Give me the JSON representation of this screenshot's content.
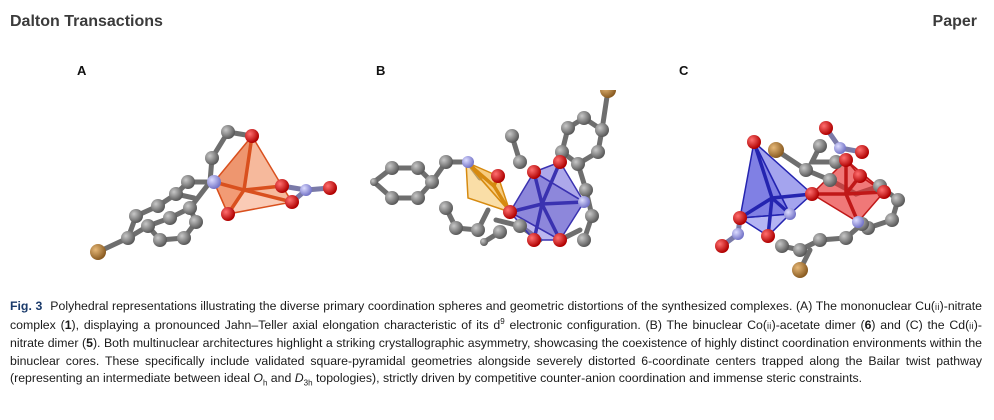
{
  "header": {
    "journal": "Dalton Transactions",
    "section": "Paper"
  },
  "panels": [
    {
      "letter": "A"
    },
    {
      "letter": "B"
    },
    {
      "letter": "C"
    }
  ],
  "colors": {
    "carbon": "#808080",
    "oxygen": "#dd1010",
    "nitrogen": "#9b9be6",
    "bromine": "#b8863b",
    "cu_polyhedron": "#e8733f",
    "co_polyhedron_orange": "#f3b13a",
    "co_polyhedron_blue": "#5046c8",
    "cd_polyhedron_blue": "#3c3cd6",
    "cd_polyhedron_red": "#e83030"
  },
  "caption": {
    "label": "Fig. 3",
    "t1": "Polyhedral representations illustrating the diverse primary coordination spheres and geometric distortions of the synthesized complexes. (A) The mononuclear Cu(",
    "cu_ox": "ii",
    "t2": ")-nitrate complex (",
    "cmpd1": "1",
    "t3": "), displaying a pronounced Jahn–Teller axial elongation characteristic of its d",
    "d_sup": "9",
    "t4": " electronic configuration. (B) The binuclear Co(",
    "co_ox": "ii",
    "t5": ")-acetate dimer (",
    "cmpd6": "6",
    "t6": ") and (C) the Cd(",
    "cd_ox": "ii",
    "t7": ")-nitrate dimer (",
    "cmpd5": "5",
    "t8": "). Both multinuclear architectures highlight a striking crystallographic asymmetry, showcasing the coexistence of highly distinct coordination environments within the binuclear cores. These specifically include validated square-pyramidal geometries alongside severely distorted 6-coordinate centers trapped along the Bailar twist pathway (representing an intermediate between ideal ",
    "oh_main": "O",
    "oh_sub": "h",
    "t9": " and ",
    "d3h_main": "D",
    "d3h_sub": "3h",
    "t10": " topologies), strictly driven by competitive counter-anion coordination and immense steric constraints."
  }
}
